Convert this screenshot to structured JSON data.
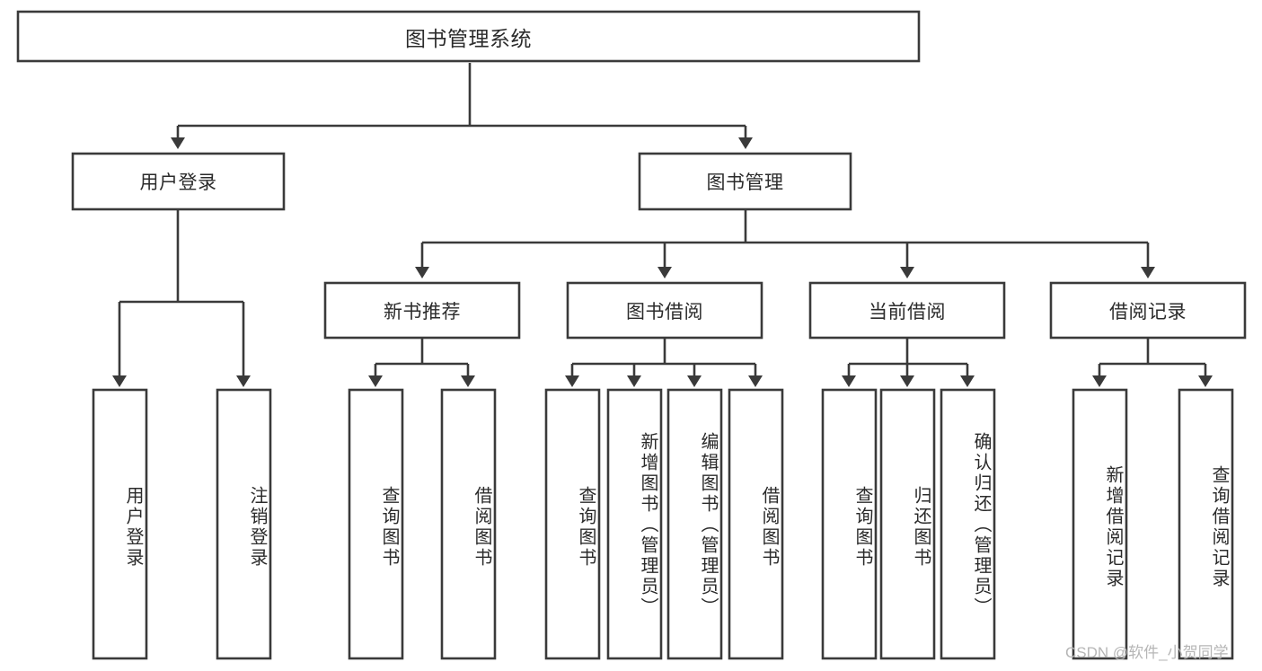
{
  "diagram": {
    "type": "hierarchy-tree",
    "title": "图书管理系统",
    "root": {
      "id": "root",
      "label": "图书管理系统",
      "orientation": "horizontal"
    },
    "level2": [
      {
        "id": "user-login",
        "label": "用户登录",
        "orientation": "horizontal"
      },
      {
        "id": "book-management",
        "label": "图书管理",
        "orientation": "horizontal"
      }
    ],
    "level3": [
      {
        "id": "new-book-recommend",
        "label": "新书推荐",
        "orientation": "horizontal",
        "parent": "book-management"
      },
      {
        "id": "book-borrow",
        "label": "图书借阅",
        "orientation": "horizontal",
        "parent": "book-management"
      },
      {
        "id": "current-borrow",
        "label": "当前借阅",
        "orientation": "horizontal",
        "parent": "book-management"
      },
      {
        "id": "borrow-record",
        "label": "借阅记录",
        "orientation": "horizontal",
        "parent": "book-management"
      }
    ],
    "leaves": [
      {
        "id": "leaf-user-login",
        "label": "用户登录",
        "orientation": "vertical",
        "parent": "user-login"
      },
      {
        "id": "leaf-user-logout",
        "label": "注销登录",
        "orientation": "vertical",
        "parent": "user-login"
      },
      {
        "id": "leaf-query-book-1",
        "label": "查询图书",
        "orientation": "vertical",
        "parent": "new-book-recommend"
      },
      {
        "id": "leaf-borrow-book-1",
        "label": "借阅图书",
        "orientation": "vertical",
        "parent": "new-book-recommend"
      },
      {
        "id": "leaf-query-book-2",
        "label": "查询图书",
        "orientation": "vertical",
        "parent": "book-borrow"
      },
      {
        "id": "leaf-add-book",
        "label": "新增图书（管理员）",
        "orientation": "vertical",
        "parent": "book-borrow"
      },
      {
        "id": "leaf-edit-book",
        "label": "编辑图书（管理员）",
        "orientation": "vertical",
        "parent": "book-borrow"
      },
      {
        "id": "leaf-borrow-book-2",
        "label": "借阅图书",
        "orientation": "vertical",
        "parent": "book-borrow"
      },
      {
        "id": "leaf-query-book-3",
        "label": "查询图书",
        "orientation": "vertical",
        "parent": "current-borrow"
      },
      {
        "id": "leaf-return-book",
        "label": "归还图书",
        "orientation": "vertical",
        "parent": "current-borrow"
      },
      {
        "id": "leaf-confirm-return",
        "label": "确认归还（管理员）",
        "orientation": "vertical",
        "parent": "current-borrow"
      },
      {
        "id": "leaf-add-record",
        "label": "新增借阅记录",
        "orientation": "vertical",
        "parent": "borrow-record"
      },
      {
        "id": "leaf-query-record",
        "label": "查询借阅记录",
        "orientation": "vertical",
        "parent": "borrow-record"
      }
    ],
    "colors": {
      "box_stroke": "#3a3a3a",
      "box_fill": "#ffffff",
      "connector": "#3a3a3a",
      "text": "#2b2b2b",
      "background": "#ffffff",
      "watermark": "#b6b6b6"
    }
  },
  "watermark": {
    "text": "CSDN @软件_小贺同学"
  }
}
